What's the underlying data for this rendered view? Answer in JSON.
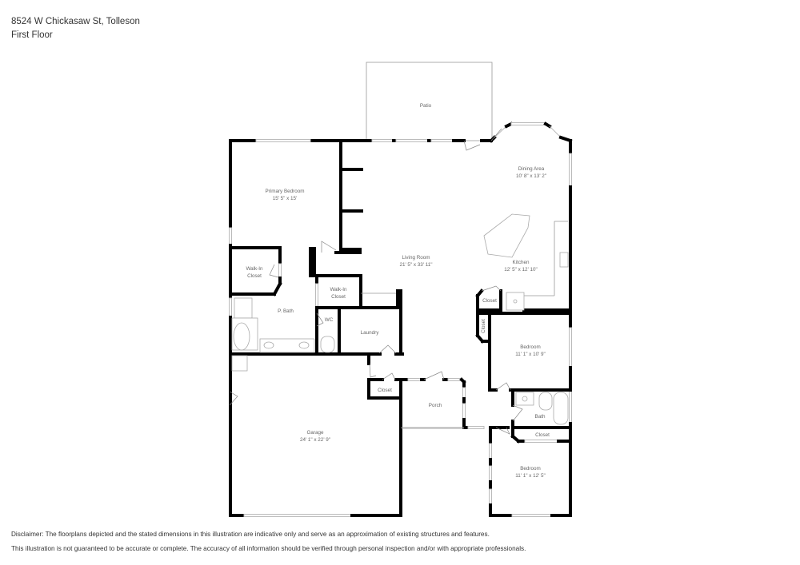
{
  "header": {
    "address": "8524 W Chickasaw St, Tolleson",
    "floor": "First Floor"
  },
  "rooms": {
    "patio": {
      "name": "Patio"
    },
    "primary_bedroom": {
      "name": "Primary Bedroom",
      "dims": "15' 5\" x 15'"
    },
    "dining_area": {
      "name": "Dining Area",
      "dims": "10' 8\" x 13' 2\""
    },
    "living_room": {
      "name": "Living Room",
      "dims": "21' 5\" x 33' 11\""
    },
    "kitchen": {
      "name": "Kitchen",
      "dims": "12' 5\" x 12' 10\""
    },
    "walkin_closet_1": {
      "name1": "Walk-In",
      "name2": "Closet"
    },
    "walkin_closet_2": {
      "name1": "Walk-In",
      "name2": "Closet"
    },
    "p_bath": {
      "name": "P. Bath"
    },
    "wc": {
      "name": "WC"
    },
    "laundry": {
      "name": "Laundry"
    },
    "kitchen_closet": {
      "name": "Closet"
    },
    "hall_closet": {
      "name": "Closet"
    },
    "bedroom_1": {
      "name": "Bedroom",
      "dims": "11' 1\" x 10' 9\""
    },
    "garage_closet": {
      "name": "Closet"
    },
    "porch": {
      "name": "Porch"
    },
    "bath": {
      "name": "Bath"
    },
    "bedroom_2_closet": {
      "name": "Closet"
    },
    "garage": {
      "name": "Garage",
      "dims": "24' 1\" x 22' 9\""
    },
    "bedroom_2": {
      "name": "Bedroom",
      "dims": "11' 1\" x 12' 5\""
    }
  },
  "disclaimer": {
    "line1": "Disclaimer: The floorplans depicted and the stated dimensions in this illustration are indicative only and serve as an approximation of existing structures and features.",
    "line2": "This illustration is not guaranteed to be accurate or complete. The accuracy of all information should be verified through personal inspection and/or with appropriate professionals."
  }
}
